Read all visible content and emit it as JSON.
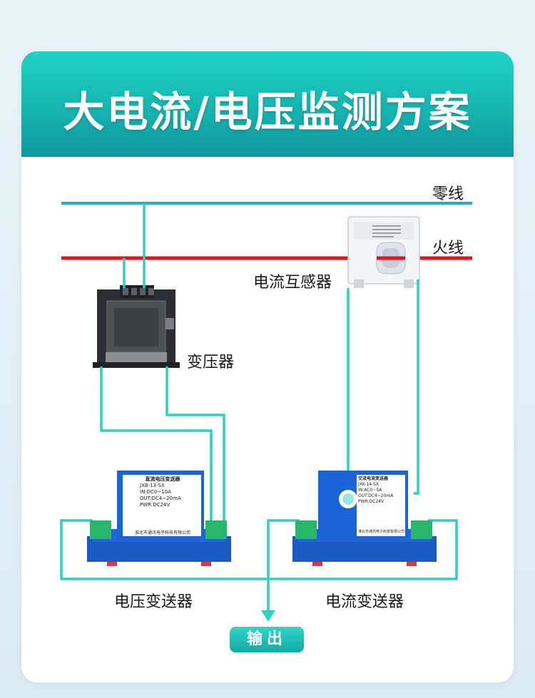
{
  "title": "大电流/电压监测方案",
  "labels": {
    "neutral_line": "零线",
    "live_line": "火线",
    "current_transformer": "电流互感器",
    "transformer": "变压器",
    "voltage_transmitter": "电压变送器",
    "current_transmitter": "电流变送器",
    "output": "输出"
  },
  "voltage_device": {
    "header": "直流电压变送器",
    "model": "JXB-13-SX",
    "input": "IN:DC0~10A",
    "output": "OUT:DC4~20mA",
    "power": "PWR:DC24V",
    "footer": "淮北市通讯电子科技有限公司"
  },
  "current_device": {
    "header": "交流电流变送器",
    "model": "JXK-14-SX",
    "input": "IN:AC0~5A",
    "output": "OUT:DC4~20mA",
    "power": "PWR:DC24V",
    "footer": "淮北市通讯电子科技有限公司"
  },
  "colors": {
    "neutral": "#2aa9d8",
    "live": "#e8141b",
    "wire": "#2fd0c0",
    "device_blue": "#1a64d6",
    "header_teal": "#18bfb6"
  }
}
